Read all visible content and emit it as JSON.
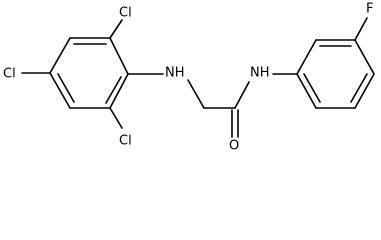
{
  "molecule": {
    "atoms": {
      "cl_top": "Cl",
      "cl_left": "Cl",
      "cl_bottom": "Cl",
      "nh_amine": "NH",
      "nh_amide": "NH",
      "o_carbonyl": "O",
      "f_fluoro": "F"
    }
  }
}
